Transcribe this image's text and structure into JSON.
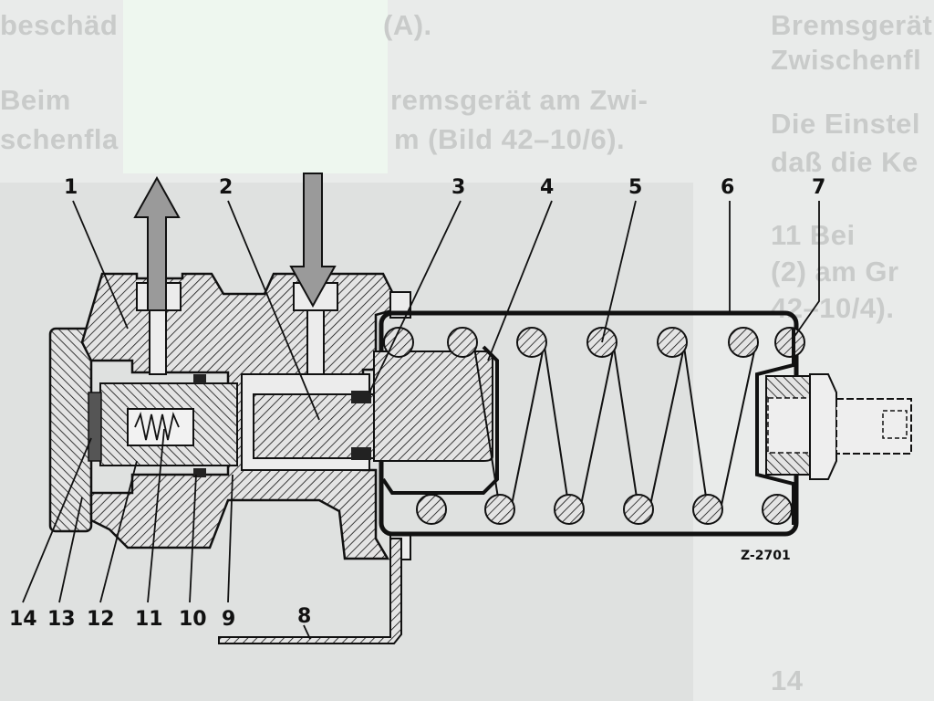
{
  "background_text": {
    "left": [
      "beschäd",
      "(A).",
      "Beim",
      "remsgerät am Zwi-",
      "schenfla",
      "m (Bild 42–10/6)."
    ],
    "right": [
      "Bremsgerät",
      "Zwischenfl",
      "Die Einstel",
      "daß die Ke",
      "11 Bei",
      "(2) am Gr",
      "42–10/4).",
      "14"
    ]
  },
  "diagram": {
    "drawing_code": "Z-2701",
    "callouts_top": [
      "1",
      "2",
      "3",
      "4",
      "5",
      "6",
      "7"
    ],
    "callouts_bottom": [
      "14",
      "13",
      "12",
      "11",
      "10",
      "9",
      "8"
    ],
    "colors": {
      "ink": "#111111",
      "arrow_fill": "#9a9a9a"
    }
  }
}
